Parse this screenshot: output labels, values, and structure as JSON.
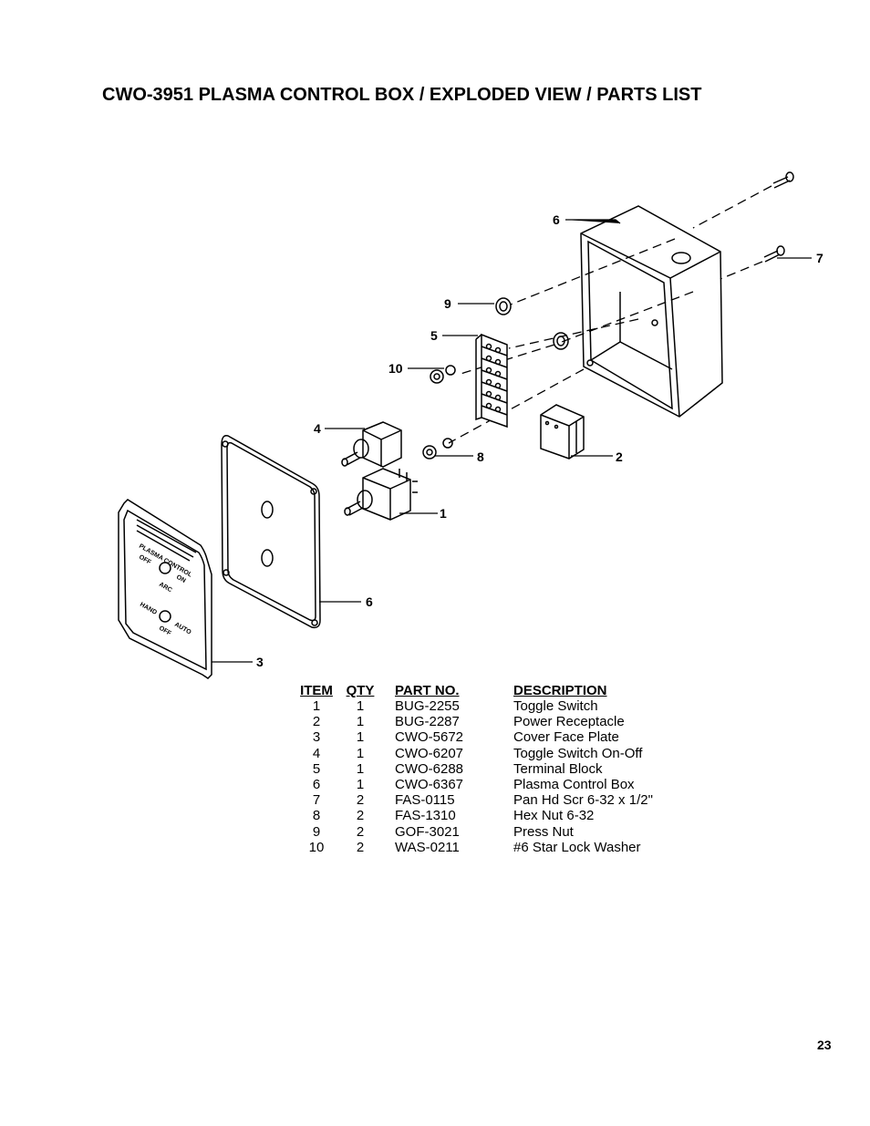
{
  "page": {
    "title": "CWO-3951 PLASMA CONTROL BOX / EXPLODED VIEW / PARTS LIST",
    "page_number": "23"
  },
  "diagram": {
    "callouts": {
      "box_top": "6",
      "screw_right": "7",
      "press_nut": "9",
      "terminal_block": "5",
      "lock_washer": "10",
      "toggle_on_off": "4",
      "hex_nut": "8",
      "receptacle": "2",
      "toggle_switch": "1",
      "cover_gasket": "6",
      "face_plate": "3"
    },
    "face_plate_text": {
      "line1": "PLASMA CONTROL",
      "off_left": "OFF",
      "on": "ON",
      "arc": "ARC",
      "hand": "HAND",
      "auto": "AUTO",
      "off_bottom": "OFF"
    }
  },
  "parts_list": {
    "headers": {
      "item": "ITEM",
      "qty": "QTY",
      "part_no": "PART NO.",
      "description": "DESCRIPTION"
    },
    "rows": [
      {
        "item": "1",
        "qty": "1",
        "part_no": "BUG-2255",
        "description": "Toggle Switch"
      },
      {
        "item": "2",
        "qty": "1",
        "part_no": "BUG-2287",
        "description": "Power Receptacle"
      },
      {
        "item": "3",
        "qty": "1",
        "part_no": "CWO-5672",
        "description": "Cover Face Plate"
      },
      {
        "item": "4",
        "qty": "1",
        "part_no": "CWO-6207",
        "description": "Toggle Switch On-Off"
      },
      {
        "item": "5",
        "qty": "1",
        "part_no": "CWO-6288",
        "description": "Terminal Block"
      },
      {
        "item": "6",
        "qty": "1",
        "part_no": "CWO-6367",
        "description": "Plasma Control Box"
      },
      {
        "item": "7",
        "qty": "2",
        "part_no": "FAS-0115",
        "description": "Pan Hd Scr 6-32 x 1/2\""
      },
      {
        "item": "8",
        "qty": "2",
        "part_no": "FAS-1310",
        "description": "Hex Nut 6-32"
      },
      {
        "item": "9",
        "qty": "2",
        "part_no": "GOF-3021",
        "description": "Press Nut"
      },
      {
        "item": "10",
        "qty": "2",
        "part_no": "WAS-0211",
        "description": "#6 Star Lock Washer"
      }
    ]
  }
}
